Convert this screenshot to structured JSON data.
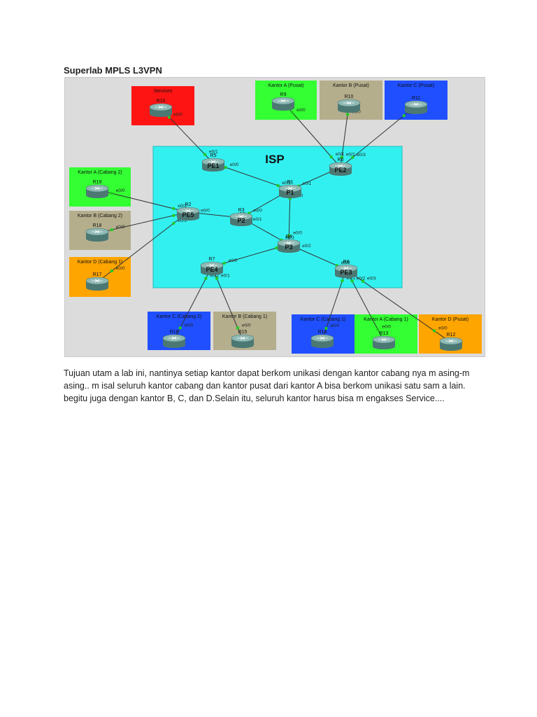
{
  "page": {
    "title": "Superlab MPLS L3VPN",
    "paragraph": "Tujuan utam a lab ini, nantinya setiap kantor dapat berkom unikasi dengan kantor cabang nya m asing-m asing.. m isal seluruh kantor cabang dan kantor pusat dari kantor A bisa berkom unikasi satu sam a lain. begitu juga dengan kantor B, C, dan D.Selain itu, seluruh kantor harus bisa m engakses Service...."
  },
  "colors": {
    "isp": "#33f0f0",
    "services": "#ff1414",
    "kantor_a": "#33ff33",
    "kantor_b": "#b5ae8c",
    "kantor_c": "#1f4fff",
    "kantor_d": "#ffa500",
    "canvas": "#dcdcdc",
    "router": "#5f8e8a",
    "link": "#333333",
    "port": "#22cc22"
  },
  "diagram": {
    "isp_label": "ISP",
    "groups": [
      {
        "id": "services",
        "title": "Services",
        "color": "services"
      },
      {
        "id": "ka_pusat",
        "title": "Kantor A (Pusat)",
        "color": "kantor_a"
      },
      {
        "id": "kb_pusat",
        "title": "Kantor B (Pusat)",
        "color": "kantor_b"
      },
      {
        "id": "kc_pusat",
        "title": "Kantor C (Pusat)",
        "color": "kantor_c"
      },
      {
        "id": "ka_c2",
        "title": "Kantor A (Cabang 2)",
        "color": "kantor_a"
      },
      {
        "id": "kb_c2",
        "title": "Kantor B (Cabang 2)",
        "color": "kantor_b"
      },
      {
        "id": "kd_c1",
        "title": "Kantor D (Cabang 1)",
        "color": "kantor_d"
      },
      {
        "id": "kc_c2",
        "title": "Kantor C (Cabang 2)",
        "color": "kantor_c"
      },
      {
        "id": "kb_c1",
        "title": "Kantor B (Cabang 1)",
        "color": "kantor_b"
      },
      {
        "id": "kc_c1",
        "title": "Kantor C (Cabang 1)",
        "color": "kantor_c"
      },
      {
        "id": "ka_c1",
        "title": "Kantor A (Cabang 1)",
        "color": "kantor_a"
      },
      {
        "id": "kd_pusat",
        "title": "Kantor D (Pusat)",
        "color": "kantor_d"
      }
    ],
    "routers": [
      {
        "id": "R10",
        "name": "R10",
        "role": ""
      },
      {
        "id": "R9",
        "name": "R9",
        "role": ""
      },
      {
        "id": "R10b",
        "name": "R10",
        "role": ""
      },
      {
        "id": "R11",
        "name": "R11",
        "role": ""
      },
      {
        "id": "R5",
        "name": "R5",
        "role": "PE1"
      },
      {
        "id": "R6",
        "name": "R6",
        "role": "PE2"
      },
      {
        "id": "R1",
        "name": "R1",
        "role": "P1"
      },
      {
        "id": "R3",
        "name": "R3",
        "role": "P2"
      },
      {
        "id": "R2",
        "name": "R2",
        "role": "PE5"
      },
      {
        "id": "R4",
        "name": "R4",
        "role": "P3"
      },
      {
        "id": "R7",
        "name": "R7",
        "role": "PE4"
      },
      {
        "id": "R8",
        "name": "R8",
        "role": "PE3"
      },
      {
        "id": "R19",
        "name": "R19",
        "role": ""
      },
      {
        "id": "R18",
        "name": "R18",
        "role": ""
      },
      {
        "id": "R17",
        "name": "R17",
        "role": ""
      },
      {
        "id": "R16",
        "name": "R16",
        "role": ""
      },
      {
        "id": "R15",
        "name": "R15",
        "role": ""
      },
      {
        "id": "R14",
        "name": "R14",
        "role": ""
      },
      {
        "id": "R13",
        "name": "R13",
        "role": ""
      },
      {
        "id": "R12",
        "name": "R12",
        "role": ""
      }
    ],
    "links": [
      {
        "a": "R10",
        "b": "R5",
        "a_if": "e0/0",
        "b_if": "e0/1"
      },
      {
        "a": "R9",
        "b": "R6",
        "a_if": "e0/0",
        "b_if": "e0/1"
      },
      {
        "a": "R10b",
        "b": "R6",
        "a_if": "e0/0",
        "b_if": "e0/2"
      },
      {
        "a": "R11",
        "b": "R6",
        "a_if": "e0/0",
        "b_if": "e0/3"
      },
      {
        "a": "R5",
        "b": "R1",
        "a_if": "e0/0",
        "b_if": "e0/2"
      },
      {
        "a": "R6",
        "b": "R1",
        "a_if": "e0/0",
        "b_if": "e0/1"
      },
      {
        "a": "R1",
        "b": "R3",
        "a_if": "e0/3",
        "b_if": "e0/0"
      },
      {
        "a": "R1",
        "b": "R4",
        "a_if": "e0/0",
        "b_if": "e0/0"
      },
      {
        "a": "R2",
        "b": "R3",
        "a_if": "e0/0",
        "b_if": "e0/2"
      },
      {
        "a": "R3",
        "b": "R4",
        "a_if": "e0/1",
        "b_if": "e0/3"
      },
      {
        "a": "R4",
        "b": "R7",
        "a_if": "e0/1",
        "b_if": "e0/0"
      },
      {
        "a": "R4",
        "b": "R8",
        "a_if": "e0/2",
        "b_if": "e0/0"
      },
      {
        "a": "R19",
        "b": "R2",
        "a_if": "e0/0",
        "b_if": "e0/3"
      },
      {
        "a": "R18",
        "b": "R2",
        "a_if": "e0/0",
        "b_if": "e0/2"
      },
      {
        "a": "R17",
        "b": "R2",
        "a_if": "e0/0",
        "b_if": "e0/1"
      },
      {
        "a": "R16",
        "b": "R7",
        "a_if": "e0/0",
        "b_if": "e0/2"
      },
      {
        "a": "R15",
        "b": "R7",
        "a_if": "e0/0",
        "b_if": "e0/1"
      },
      {
        "a": "R14",
        "b": "R8",
        "a_if": "e0/0",
        "b_if": "e0/1"
      },
      {
        "a": "R13",
        "b": "R8",
        "a_if": "e0/0",
        "b_if": "e0/2"
      },
      {
        "a": "R12",
        "b": "R8",
        "a_if": "e0/0",
        "b_if": "e0/3"
      }
    ]
  }
}
